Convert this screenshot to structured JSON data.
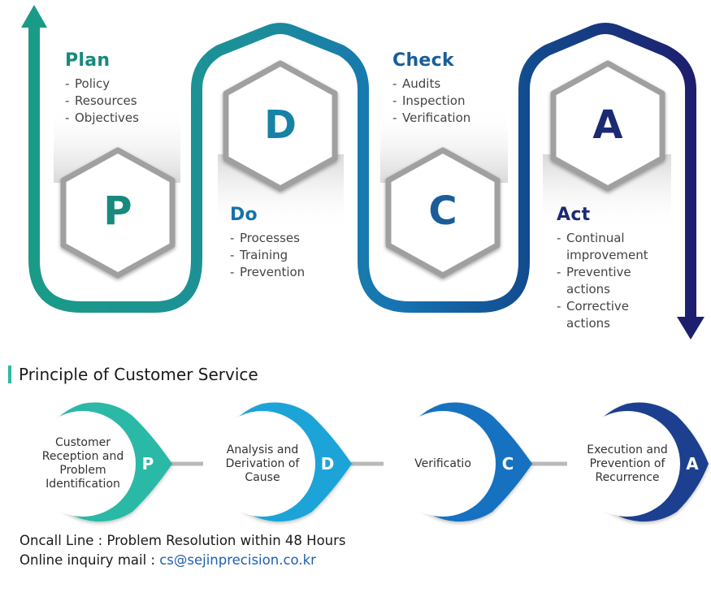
{
  "pdca": {
    "plan": {
      "letter": "P",
      "title": "Plan",
      "items": [
        "Policy",
        "Resources",
        "Objectives"
      ],
      "color": "#17897d"
    },
    "do": {
      "letter": "D",
      "title": "Do",
      "items": [
        "Processes",
        "Training",
        "Prevention"
      ],
      "color": "#1573a8"
    },
    "check": {
      "letter": "C",
      "title": "Check",
      "items": [
        "Audits",
        "Inspection",
        "Verification"
      ],
      "color": "#1a5d9a"
    },
    "act": {
      "letter": "A",
      "title": "Act",
      "items": [
        "Continual improvement",
        "Preventive actions",
        "Corrective actions"
      ],
      "color": "#1c2a73"
    }
  },
  "service": {
    "title": "Principle of Customer Service",
    "accent_color": "#2bb9a6",
    "steps": [
      {
        "letter": "P",
        "text": "Customer Reception and Problem Identification",
        "color": "#2bb9a6"
      },
      {
        "letter": "D",
        "text": "Analysis and Derivation of Cause",
        "color": "#1ea4d8"
      },
      {
        "letter": "C",
        "text": "Verificatio",
        "color": "#1872c0"
      },
      {
        "letter": "A",
        "text": "Execution and Prevention of Recurrence",
        "color": "#1c3f8f"
      }
    ]
  },
  "footer": {
    "oncall": "Oncall Line : Problem Resolution within 48 Hours",
    "mail_label": "Online inquiry mail : ",
    "mail": "cs@sejinprecision.co.kr"
  }
}
